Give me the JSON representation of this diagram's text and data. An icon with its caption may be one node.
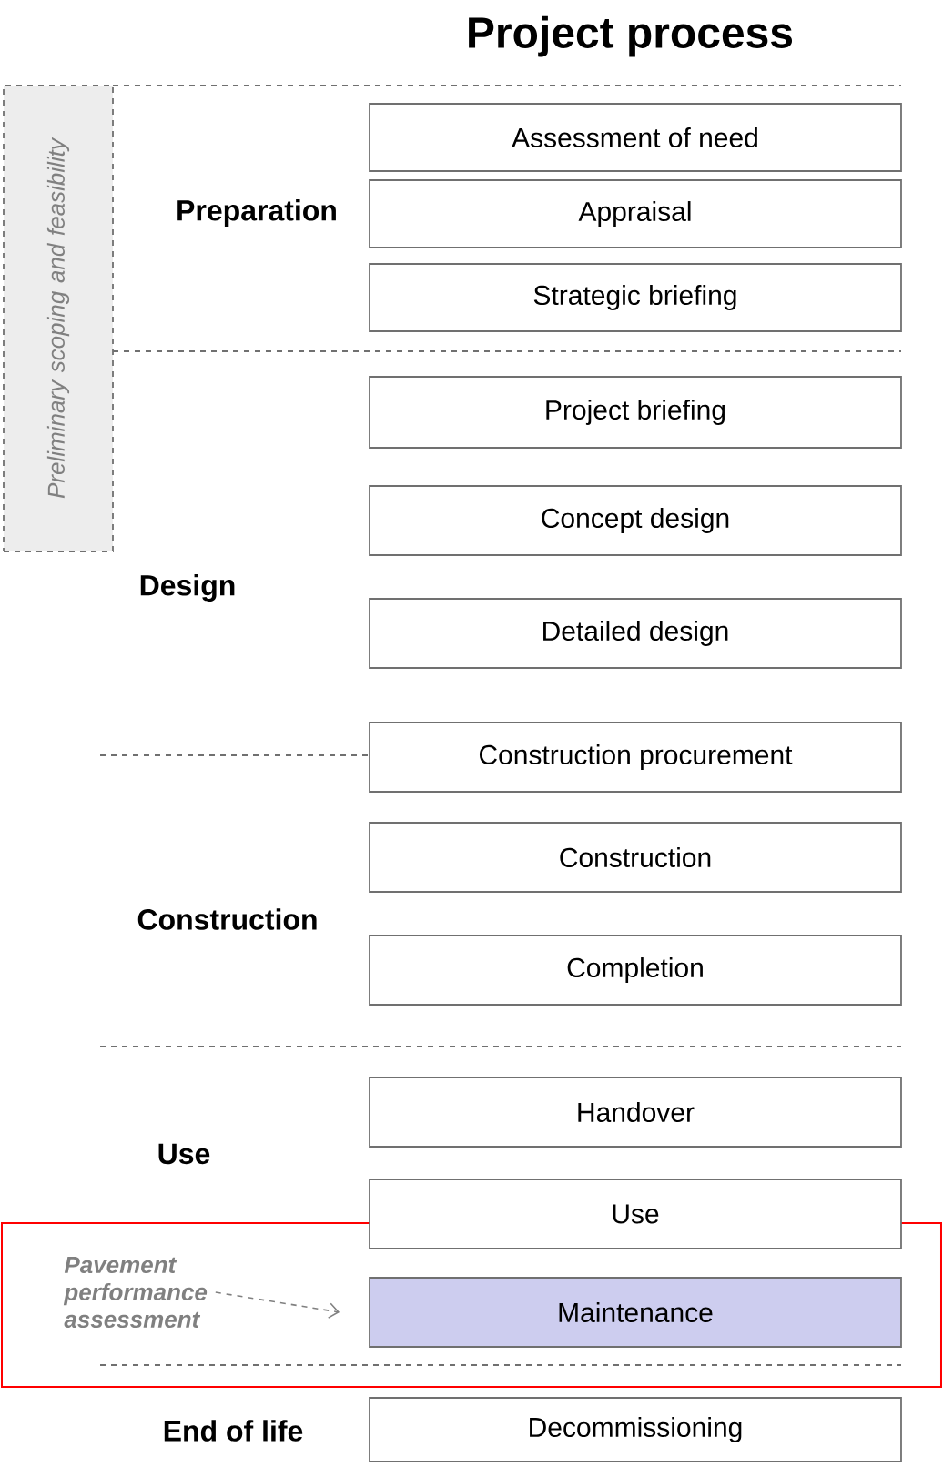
{
  "diagram": {
    "title": "Project process",
    "nodes": [
      {
        "text": [
          "Preliminary scoping and feasibility"
        ]
      },
      {
        "text": [
          "Assessment of need"
        ]
      },
      {
        "text": [
          "Appraisal"
        ]
      },
      {
        "text": [
          "Strategic briefing"
        ]
      },
      {
        "text": [
          "Project briefing"
        ]
      },
      {
        "text": [
          "Concept design"
        ]
      },
      {
        "text": [
          "Detailed design"
        ]
      },
      {
        "text": [
          "Construction procurement"
        ]
      },
      {
        "text": [
          "Construction"
        ]
      },
      {
        "text": [
          "Completion"
        ]
      },
      {
        "text": [
          "Handover"
        ]
      },
      {
        "text": [
          "Use"
        ]
      },
      {
        "text": [
          "Pavement performance assessment"
        ]
      },
      {
        "text": [
          "Maintenance"
        ]
      },
      {
        "text": [
          "Decommissioning"
        ]
      }
    ],
    "edges": [
      {
        "from": 12,
        "to": 13,
        "arrow": "to",
        "style": "dashed"
      }
    ],
    "labels": [
      "Preparation",
      "Design",
      "Construction",
      "Use",
      "End of life"
    ]
  }
}
